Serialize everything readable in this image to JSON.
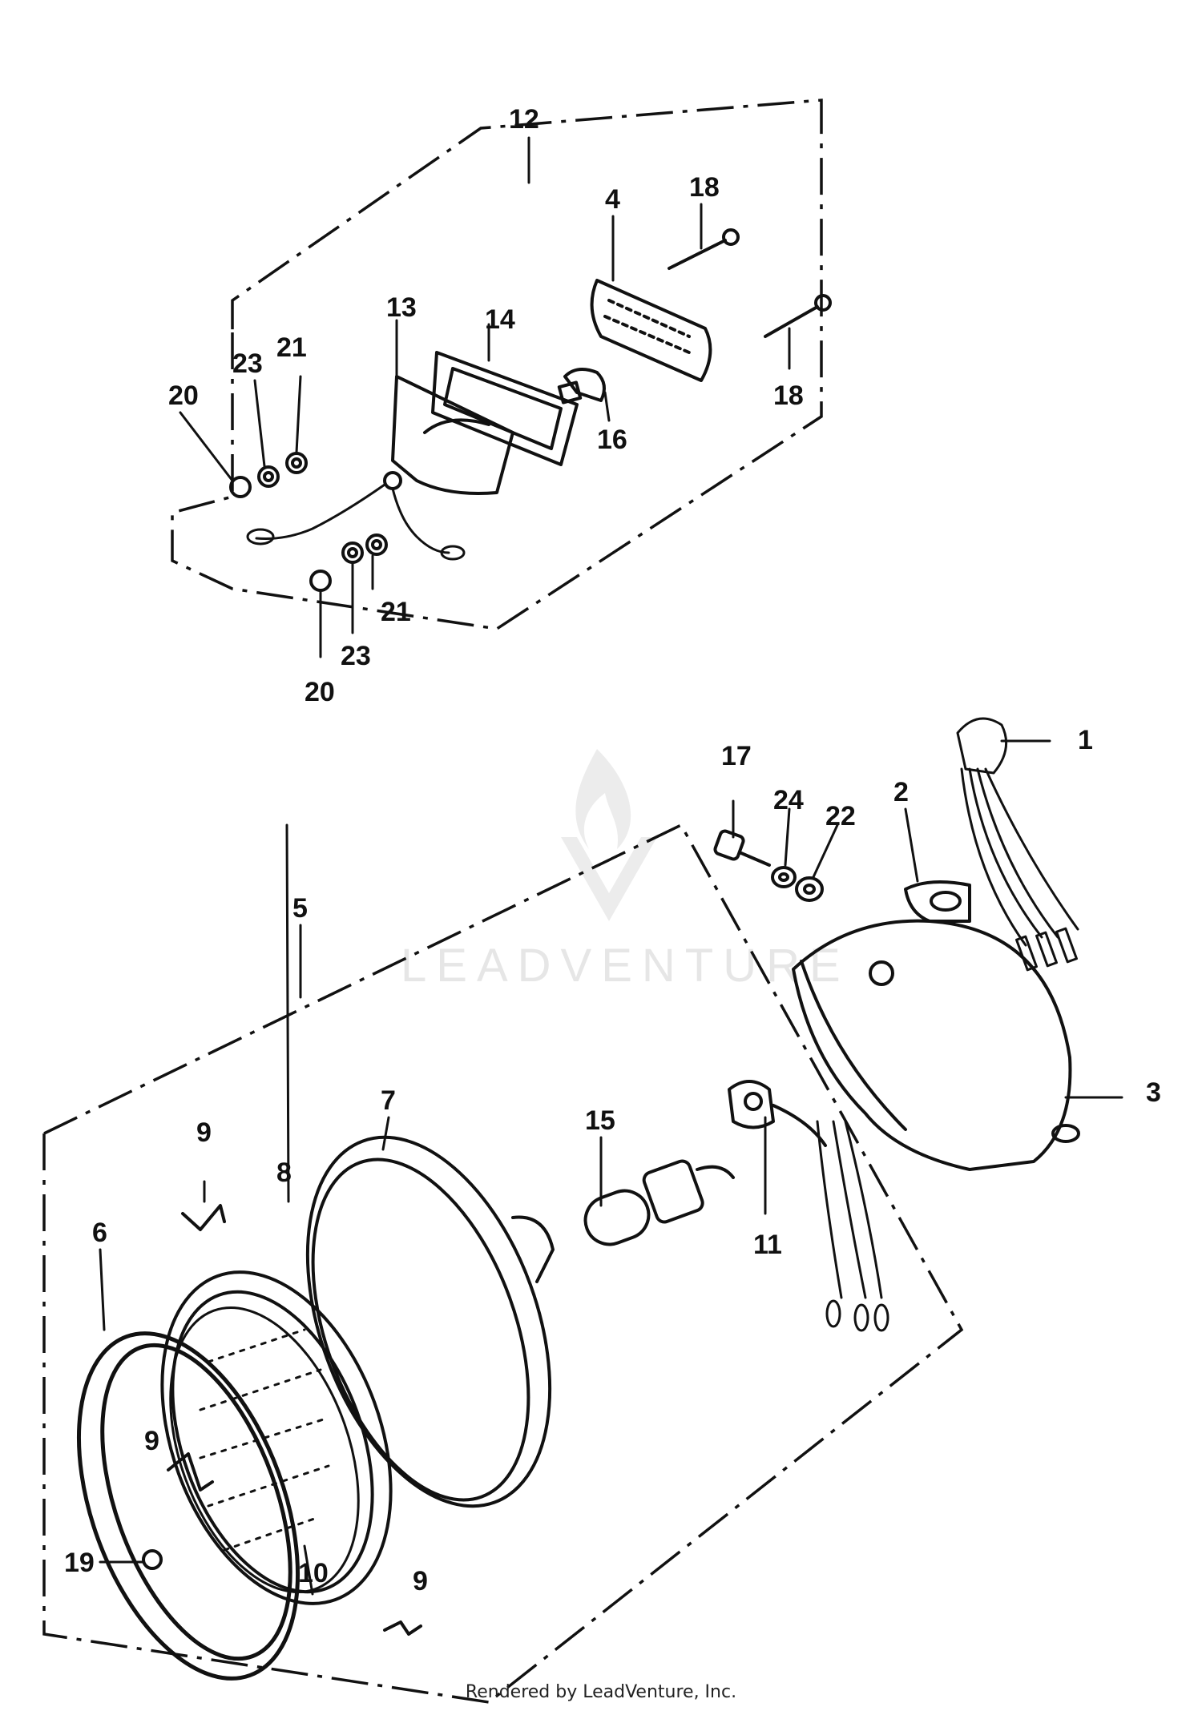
{
  "diagram": {
    "callouts": [
      "1",
      "2",
      "3",
      "4",
      "5",
      "6",
      "7",
      "8",
      "9",
      "10",
      "11",
      "12",
      "13",
      "14",
      "15",
      "16",
      "17",
      "18",
      "19",
      "20",
      "21",
      "22",
      "23",
      "24"
    ],
    "watermark": "LEADVENTURE",
    "footer": "Rendered by LeadVenture, Inc."
  },
  "colors": {
    "ink": "#111111",
    "watermark": "#e6e6e6",
    "background": "#ffffff"
  },
  "icons": {
    "watermark_logo": "flame-v-logo-icon"
  }
}
